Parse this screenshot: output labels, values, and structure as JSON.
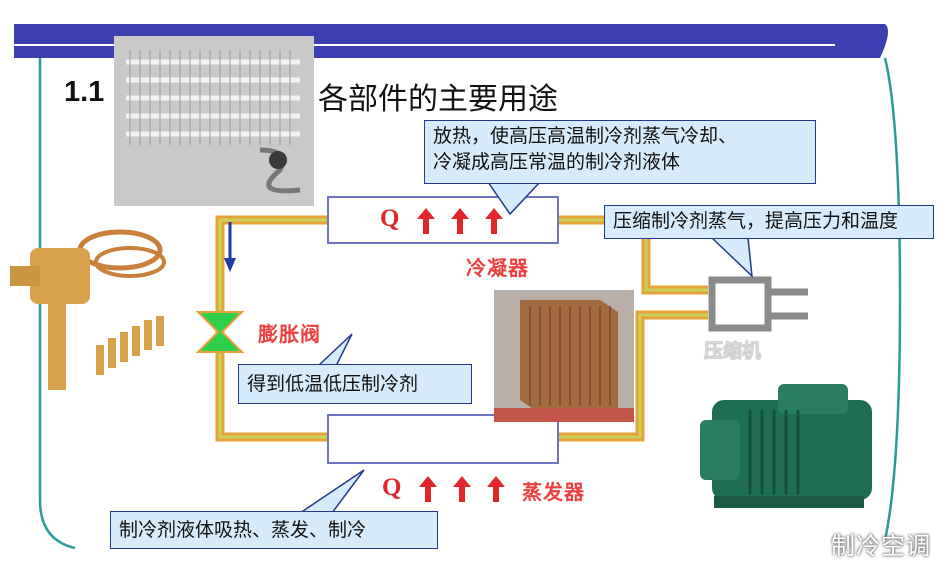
{
  "title": {
    "number": "1.1",
    "text": "各部件的主要用途"
  },
  "callouts": {
    "condenser_note_line1": "放热，使高压高温制冷剂蒸气冷却、",
    "condenser_note_line2": "冷凝成高压常温的制冷剂液体",
    "compressor_note": "压缩制冷剂蒸气，提高压力和温度",
    "valve_note": "得到低温低压制冷剂",
    "evaporator_note": "制冷剂液体吸热、蒸发、制冷"
  },
  "components": {
    "condenser": "冷凝器",
    "expansion_valve": "膨胀阀",
    "compressor": "压缩机",
    "evaporator": "蒸发器"
  },
  "heat_symbol": "Q",
  "watermark": "制冷空调",
  "colors": {
    "banner": "#3b3fb0",
    "pipe": "#e8a23a",
    "pipe_inner": "#c8d25a",
    "callout_fill": "#d6ebfb",
    "callout_border": "#233a8c",
    "label_red": "#ec4040",
    "valve": "#2fcf4a"
  }
}
